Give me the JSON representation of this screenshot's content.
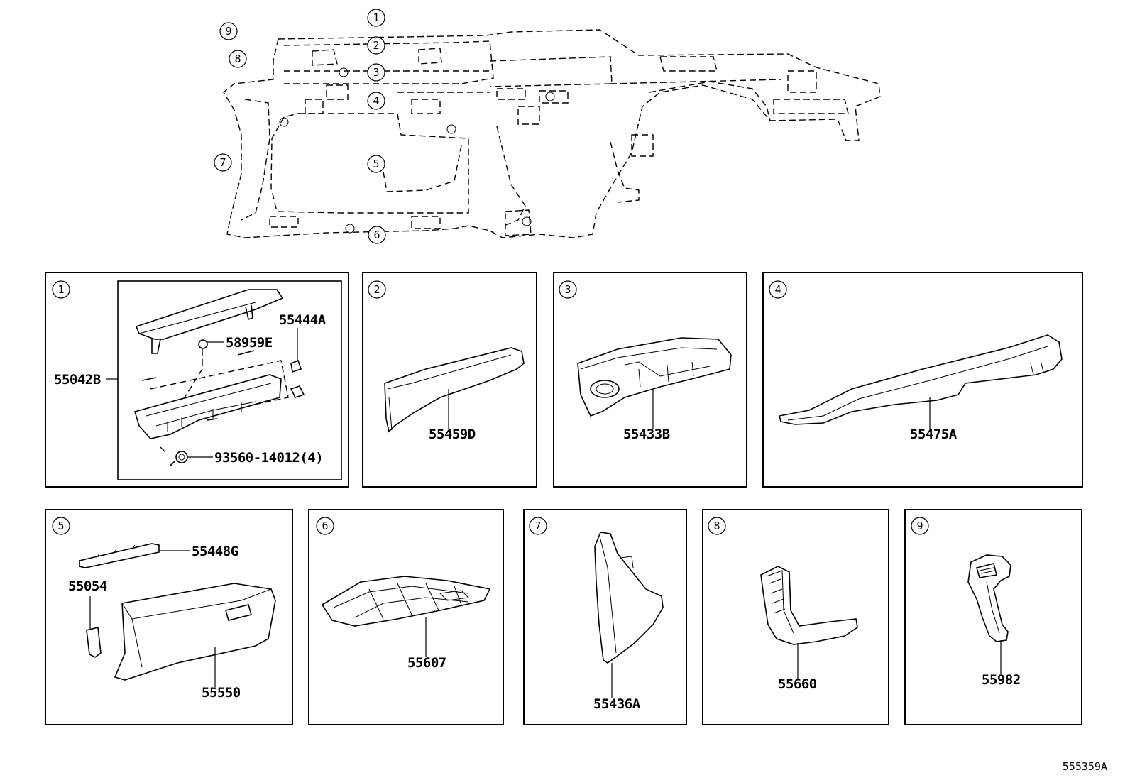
{
  "diagram": {
    "ref_code": "555359A",
    "overview_callouts": [
      "1",
      "2",
      "3",
      "4",
      "5",
      "6",
      "7",
      "8",
      "9"
    ],
    "panels": [
      {
        "number": "1",
        "parts": [
          "55042B",
          "55444A",
          "58959E",
          "93560-14012(4)"
        ]
      },
      {
        "number": "2",
        "parts": [
          "55459D"
        ]
      },
      {
        "number": "3",
        "parts": [
          "55433B"
        ]
      },
      {
        "number": "4",
        "parts": [
          "55475A"
        ]
      },
      {
        "number": "5",
        "parts": [
          "55448G",
          "55054",
          "55550"
        ]
      },
      {
        "number": "6",
        "parts": [
          "55607"
        ]
      },
      {
        "number": "7",
        "parts": [
          "55436A"
        ]
      },
      {
        "number": "8",
        "parts": [
          "55660"
        ]
      },
      {
        "number": "9",
        "parts": [
          "55982"
        ]
      }
    ]
  }
}
